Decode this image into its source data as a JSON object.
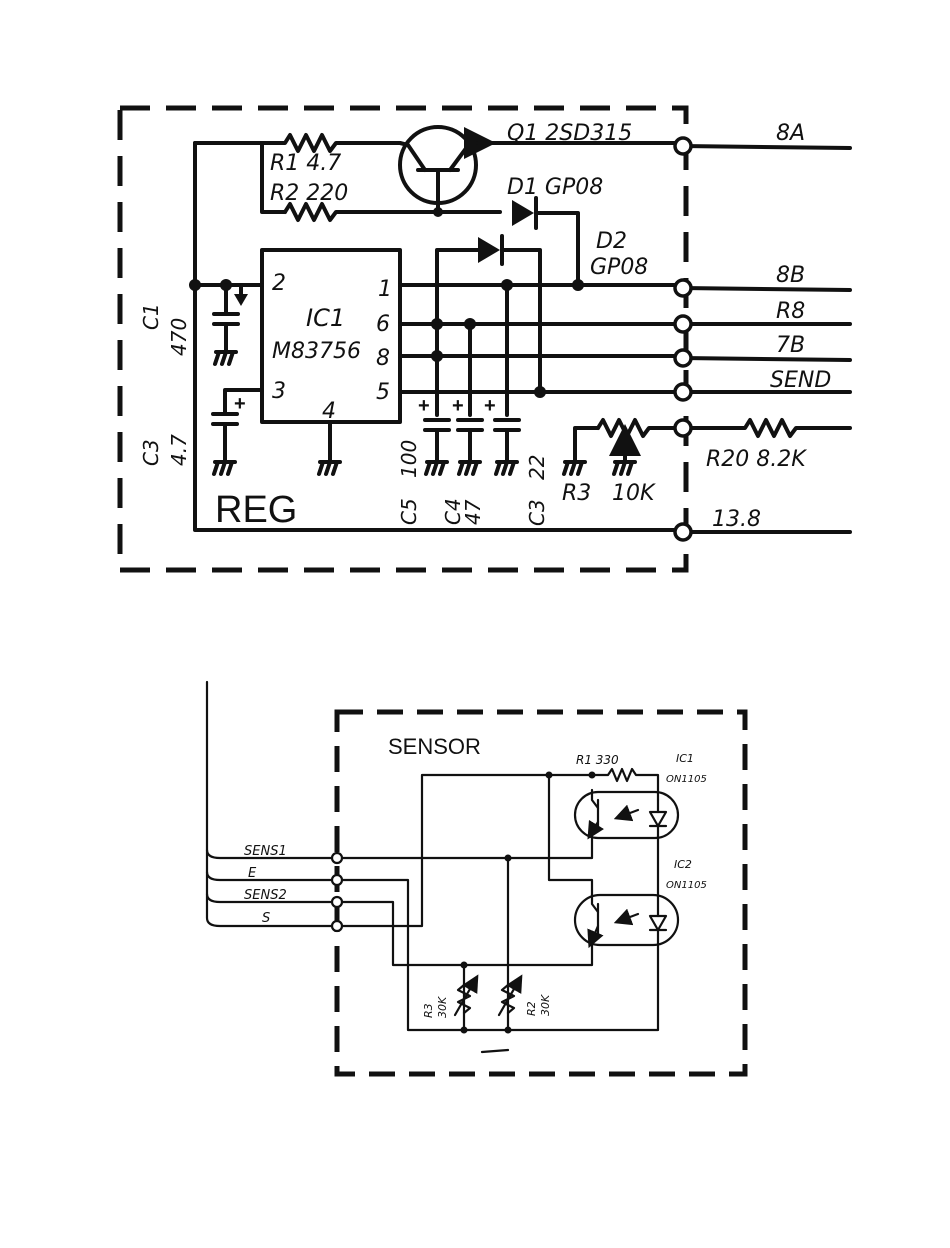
{
  "reg": {
    "box_label": "REG",
    "q1_label": "Q1 2SD315",
    "r1_label": "R1 4.7",
    "r2_label": "R2 220",
    "d1_label": "D1 GP08",
    "d2_label": "D2",
    "d2_value": "GP08",
    "ic_name": "IC1",
    "ic_part": "M83756",
    "pins": {
      "p1": "1",
      "p2": "2",
      "p3": "3",
      "p4": "4",
      "p5": "5",
      "p6": "6",
      "p8": "8"
    },
    "c1_label": "C1",
    "c1_value": "470",
    "c3a_label": "C3",
    "c3a_value": "4.7",
    "c5_label": "C5",
    "c5_value": "100",
    "c4_label": "C4",
    "c4_value": "47",
    "c3b_label": "C3",
    "c3b_value": "22",
    "r3_label": "R3",
    "r3_value": "10K",
    "r20_label": "R20 8.2K",
    "outputs": [
      "8A",
      "8B",
      "R8",
      "7B",
      "SEND"
    ],
    "supply": "13.8",
    "plus": "+"
  },
  "sensor": {
    "box_label": "SENSOR",
    "r1_label": "R1 330",
    "ic1_label": "IC1",
    "ic1_part": "ON1105",
    "ic2_label": "IC2",
    "ic2_part": "ON1105",
    "inputs": [
      "SENS1",
      "E",
      "SENS2",
      "S"
    ],
    "r3_label": "R3",
    "r3_value": "30K",
    "r2_label": "R2",
    "r2_value": "30K"
  }
}
